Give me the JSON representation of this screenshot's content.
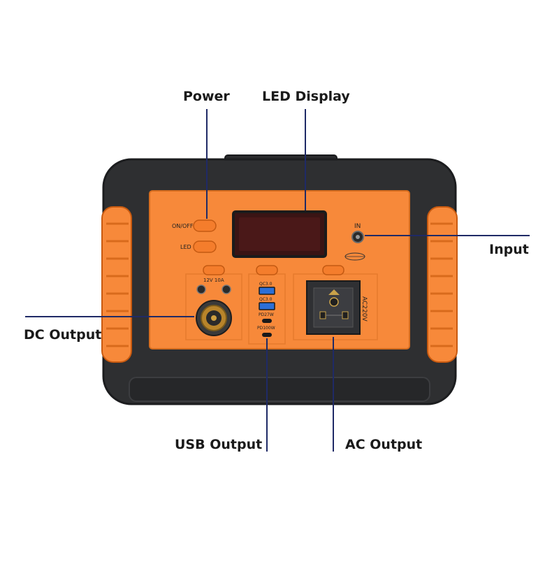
{
  "callouts": {
    "power": "Power",
    "led_display": "LED Display",
    "input": "Input",
    "dc_output": "DC Output",
    "usb_output": "USB Output",
    "ac_output": "AC Output"
  },
  "panel": {
    "on_off": "ON/OFF",
    "led": "LED",
    "in": "IN",
    "dc_rating": "12V 10A",
    "qc1": "QC3.0",
    "qc2": "QC3.0",
    "pd1": "PD27W",
    "pd2": "PD100W",
    "ac": "AC220V"
  },
  "colors": {
    "body": "#2e2f31",
    "body_edge": "#1c1d1f",
    "orange": "#f7893a",
    "orange_dark": "#e06a18",
    "leader_line": "#1f2a66",
    "display": "#3a1414"
  }
}
